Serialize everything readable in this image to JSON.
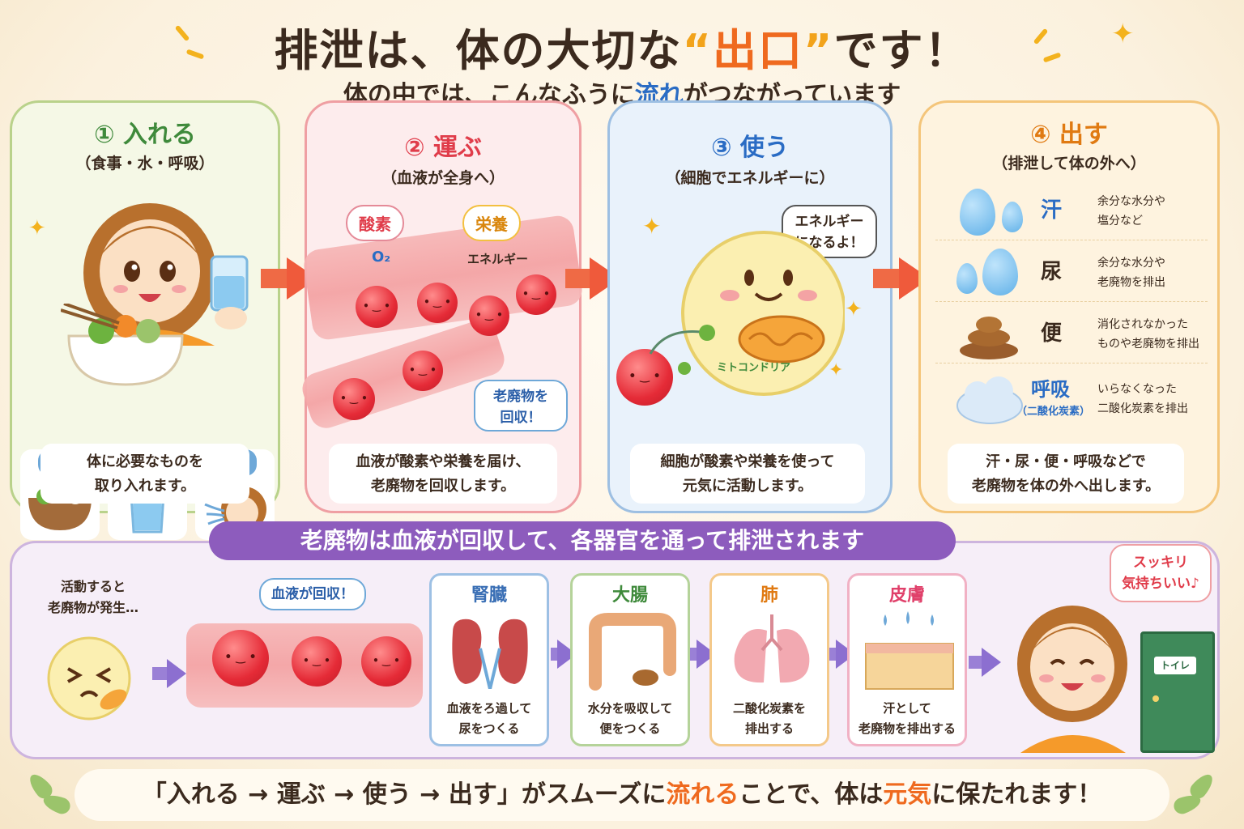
{
  "title": {
    "pre": "排泄は、体の大切な",
    "q_open": "“",
    "highlight": "出口",
    "q_close": "”",
    "post": "です！"
  },
  "subtitle": {
    "pre": "体の中では、こんなふうに",
    "highlight": "流れ",
    "post": "がつながっています"
  },
  "steps": [
    {
      "heading": "① 入れる",
      "sub": "（食事・水・呼吸）",
      "caption_line1": "体に必要なものを",
      "caption_line2": "取り入れます。",
      "cards": [
        "食事",
        "水分",
        "呼吸"
      ],
      "color": "#3f8a3b"
    },
    {
      "heading": "② 運ぶ",
      "sub": "（血液が全身へ）",
      "caption_line1": "血液が酸素や栄養を届け、",
      "caption_line2": "老廃物を回収します。",
      "color": "#e03c4a",
      "tags": {
        "oxygen": "酸素",
        "o2": "O₂",
        "nutrition": "栄養",
        "energy": "エネルギー"
      },
      "bubble_line1": "老廃物を",
      "bubble_line2": "回収！"
    },
    {
      "heading": "③ 使う",
      "sub": "（細胞でエネルギーに）",
      "caption_line1": "細胞が酸素や栄養を使って",
      "caption_line2": "元気に活動します。",
      "color": "#2a6cc4",
      "bubble_line1": "エネルギー",
      "bubble_line2": "になるよ！",
      "mito": "ミトコンドリア"
    },
    {
      "heading": "④ 出す",
      "sub": "（排泄して体の外へ）",
      "caption_line1": "汗・尿・便・呼吸などで",
      "caption_line2": "老廃物を体の外へ出します。",
      "color": "#e07a12",
      "rows": [
        {
          "key": "汗",
          "d1": "余分な水分や",
          "d2": "塩分など"
        },
        {
          "key": "尿",
          "d1": "余分な水分や",
          "d2": "老廃物を排出"
        },
        {
          "key": "便",
          "d1": "消化されなかった",
          "d2": "ものや老廃物を排出"
        },
        {
          "key": "呼吸",
          "key_sub": "（二酸化炭素）",
          "d1": "いらなくなった",
          "d2": "二酸化炭素を排出"
        }
      ]
    }
  ],
  "bottom": {
    "header": "老廃物は血液が回収して、各器官を通って排泄されます",
    "intro_line1": "活動すると",
    "intro_line2": "老廃物が発生…",
    "blood_bubble": "血液が回収！",
    "organs": [
      {
        "name": "腎臓",
        "t1": "血液をろ過して",
        "t2": "尿をつくる",
        "color": "#3a6fb5",
        "border": "#9dc0e4"
      },
      {
        "name": "大腸",
        "t1": "水分を吸収して",
        "t2": "便をつくる",
        "color": "#3f8a3b",
        "border": "#b5d39a"
      },
      {
        "name": "肺",
        "t1": "二酸化炭素を",
        "t2": "排出する",
        "color": "#e07a12",
        "border": "#f4c98a"
      },
      {
        "name": "皮膚",
        "t1": "汗として",
        "t2": "老廃物を排出する",
        "color": "#e0406a",
        "border": "#f1b1c4"
      }
    ],
    "happy_line1": "スッキリ",
    "happy_line2": "気持ちいい♪",
    "toilet": "トイレ"
  },
  "footer": {
    "pre": "「入れる → 運ぶ → 使う → 出す」がスムーズに",
    "hl1": "流れる",
    "mid": "ことで、体は",
    "hl2": "元気",
    "post": "に保たれます！"
  },
  "colors": {
    "arrow": "#ef5a3b",
    "purple": "#8d5cbd",
    "accent": "#ef6a1f",
    "blue": "#2a6cc4"
  }
}
